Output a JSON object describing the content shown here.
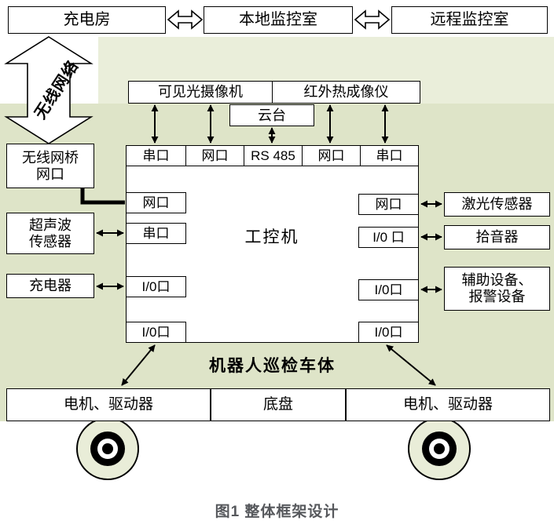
{
  "figure": {
    "caption": "图1 整体框架设计"
  },
  "top_row": {
    "charging_room": "充电房",
    "local_monitoring": "本地监控室",
    "remote_monitoring": "远程监控室"
  },
  "wireless": {
    "label": "无线网络"
  },
  "vision": {
    "visible_camera": "可见光摄像机",
    "thermal_imager": "红外热成像仪",
    "gimbal": "云台"
  },
  "ipc": {
    "label": "工控机",
    "top_ports": [
      "串口",
      "网口",
      "RS 485",
      "网口",
      "串口"
    ],
    "left_ports": [
      "网口",
      "串口",
      "I/0口",
      "I/0口"
    ],
    "right_ports": [
      "网口",
      "I/0 口",
      "I/0口",
      "I/0口"
    ]
  },
  "left_devices": {
    "wireless_bridge": "无线网桥\n网口",
    "ultrasonic": "超声波\n传感器",
    "charger": "充电器"
  },
  "right_devices": {
    "laser": "激光传感器",
    "pickup": "拾音器",
    "aux_alarm": "辅助设备、\n报警设备"
  },
  "body": {
    "label": "机器人巡检车体",
    "bottom_row": [
      "电机、驱动器",
      "底盘",
      "电机、驱动器"
    ]
  },
  "colors": {
    "upper_band": "#eaeeda",
    "main_band": "#dee4c8",
    "box_fill": "#ffffff",
    "line": "#000000",
    "caption_text": "#56585c"
  }
}
